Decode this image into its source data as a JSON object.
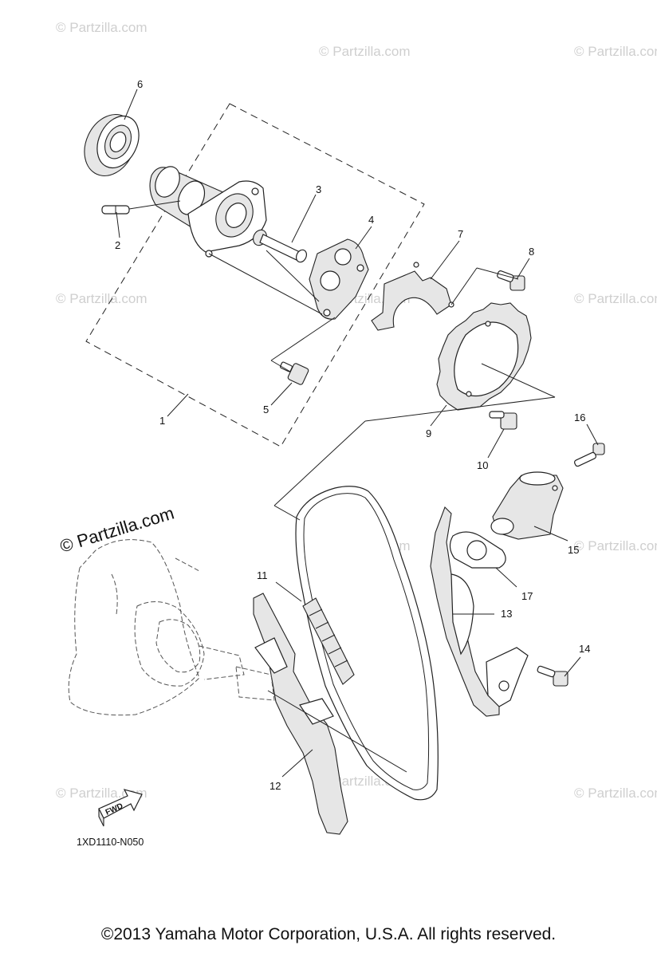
{
  "callouts": [
    {
      "num": "1"
    },
    {
      "num": "2"
    },
    {
      "num": "3"
    },
    {
      "num": "4"
    },
    {
      "num": "5"
    },
    {
      "num": "6"
    },
    {
      "num": "7"
    },
    {
      "num": "8"
    },
    {
      "num": "9"
    },
    {
      "num": "10"
    },
    {
      "num": "11"
    },
    {
      "num": "12"
    },
    {
      "num": "13"
    },
    {
      "num": "14"
    },
    {
      "num": "15"
    },
    {
      "num": "16"
    },
    {
      "num": "17"
    }
  ],
  "watermark": {
    "small": "© Partzilla.com",
    "large": "© Partzilla.com"
  },
  "fwd_label": "FWD",
  "diagram_code": "1XD1110-N050",
  "copyright": "©2013 Yamaha Motor Corporation, U.S.A. All rights reserved."
}
